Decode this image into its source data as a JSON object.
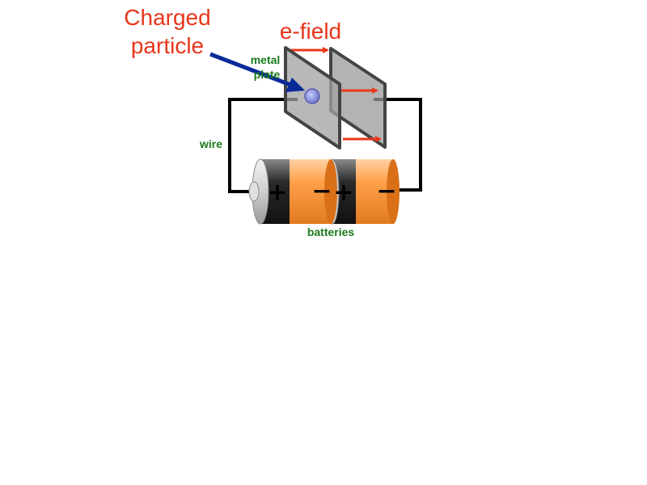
{
  "labels": {
    "particle_line1": "Charged",
    "particle_line2": "particle",
    "efield": "e-field",
    "metal_line1": "metal",
    "metal_line2": "plate",
    "wire": "wire",
    "batteries": "batteries"
  },
  "battery_signs": {
    "cell1_plus": "+",
    "cell1_minus": "−",
    "cell2_plus": "+",
    "cell2_minus": "−"
  },
  "colors": {
    "label_red": "#e8361b",
    "label_green": "#1a7a1a",
    "arrow_red": "#e8361b",
    "pointer_blue": "#0a2a9a",
    "plate_fill": "#9a9a9a",
    "plate_edge": "#444444",
    "battery_orange": "#ff9a3c",
    "battery_black": "#1c1c1c",
    "wire": "#000000"
  }
}
